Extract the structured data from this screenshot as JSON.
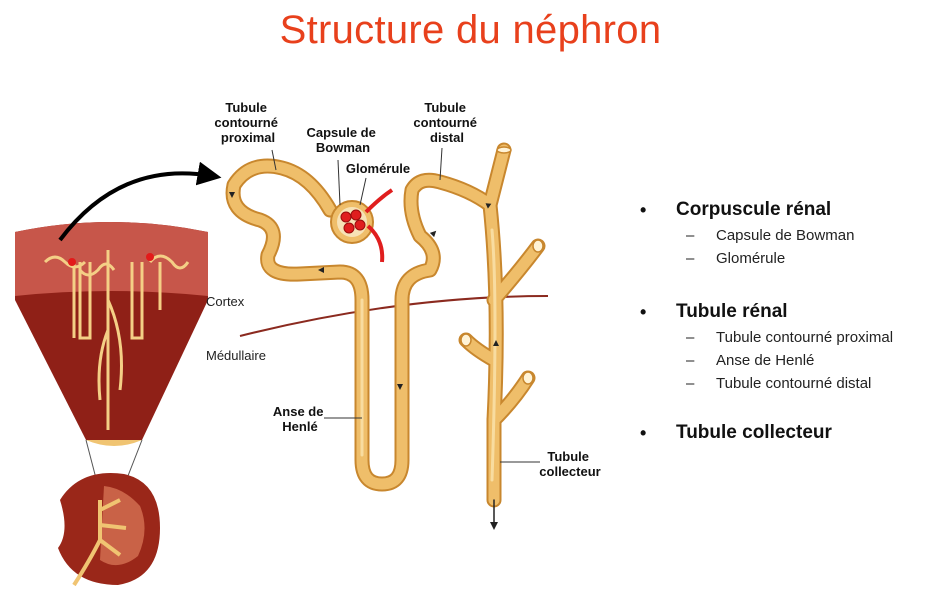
{
  "title": "Structure du néphron",
  "labels": {
    "tcp": [
      "Tubule",
      "contourné",
      "proximal"
    ],
    "capsule": [
      "Capsule de",
      "Bowman"
    ],
    "glomerule": "Glomérule",
    "tcd": [
      "Tubule",
      "contourné",
      "distal"
    ],
    "cortex": "Cortex",
    "medullaire": "Médullaire",
    "anse": [
      "Anse de",
      "Henlé"
    ],
    "collecteur": [
      "Tubule",
      "collecteur"
    ]
  },
  "legend": {
    "bullet": "•",
    "dash": "–",
    "groups": [
      {
        "title": "Corpuscule rénal",
        "items": [
          "Capsule de Bowman",
          "Glomérule"
        ]
      },
      {
        "title": "Tubule rénal",
        "items": [
          "Tubule contourné proximal",
          "Anse de Henlé",
          "Tubule contourné distal"
        ]
      },
      {
        "title": "Tubule collecteur",
        "items": []
      }
    ]
  },
  "colors": {
    "title": "#e8401c",
    "tubule": "#e9b25a",
    "tubule_light": "#f6d28f",
    "kidney_dark": "#8e1d14",
    "kidney_band": "#c4473a",
    "glomerule": "#e01e1e",
    "boundary": "#8b2a1f"
  }
}
